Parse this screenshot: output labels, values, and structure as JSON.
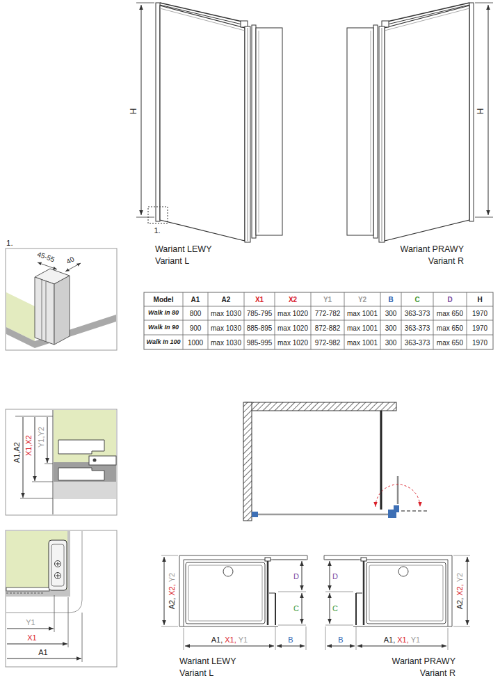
{
  "diagram": {
    "labels": [
      "H",
      "1.",
      "Wariant LEWY",
      "Variant L",
      "H",
      "Wariant PRAWY",
      "Variant R",
      "1.",
      "45-55",
      "40",
      "Model",
      "A1",
      "A2",
      "X1",
      "X2",
      "Y1",
      "Y2",
      "B",
      "C",
      "D",
      "H",
      "Walk In 80",
      "800",
      "max 1030",
      "785-795",
      "max 1020",
      "772-782",
      "max 1001",
      "300",
      "363-373",
      "max 650",
      "1970",
      "Walk In 90",
      "900",
      "max 1030",
      "885-895",
      "max 1020",
      "872-882",
      "max 1001",
      "300",
      "363-373",
      "max 650",
      "1970",
      "Walk In 100",
      "1000",
      "max 1030",
      "985-995",
      "max 1020",
      "972-982",
      "max 1001",
      "300",
      "363-373",
      "max 650",
      "1970",
      "A1,A2",
      "X1,X2",
      "Y1,Y2",
      "Y1",
      "X1",
      "A1",
      "A2,",
      "X2,",
      "Y2",
      "D",
      "C",
      "A1,",
      "X1,",
      "Y1",
      "B",
      "D",
      "C",
      "A2,",
      "X2,",
      "Y2",
      "B",
      "A1,",
      "X1,",
      "Y1",
      "Wariant LEWY",
      "Variant L",
      "Wariant PRAWY",
      "Variant R"
    ]
  }
}
